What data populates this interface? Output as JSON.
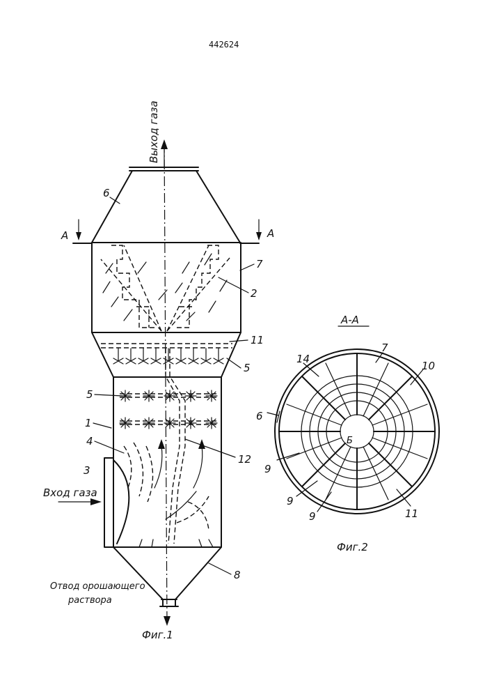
{
  "document": {
    "patent_number": "442624"
  },
  "figure1": {
    "caption": "Фиг.1",
    "gas_outlet": "Выход газа",
    "gas_inlet": "Вход газа",
    "solution_outlet_line1": "Отвод орошающего",
    "solution_outlet_line2": "раствора",
    "section_mark": "А",
    "labels": {
      "n1": "1",
      "n2": "2",
      "n3": "3",
      "n4": "4",
      "n5a": "5",
      "n5b": "5",
      "n6": "6",
      "n7": "7",
      "n8": "8",
      "n11": "11",
      "n12": "12"
    }
  },
  "figure2": {
    "caption": "Фиг.2",
    "section_title": "А-А",
    "labels": {
      "n7": "7",
      "n10": "10",
      "n14": "14",
      "n6": "6",
      "n9a": "9",
      "n9b": "9",
      "n9c": "9",
      "n11": "11",
      "b": "Б"
    }
  }
}
